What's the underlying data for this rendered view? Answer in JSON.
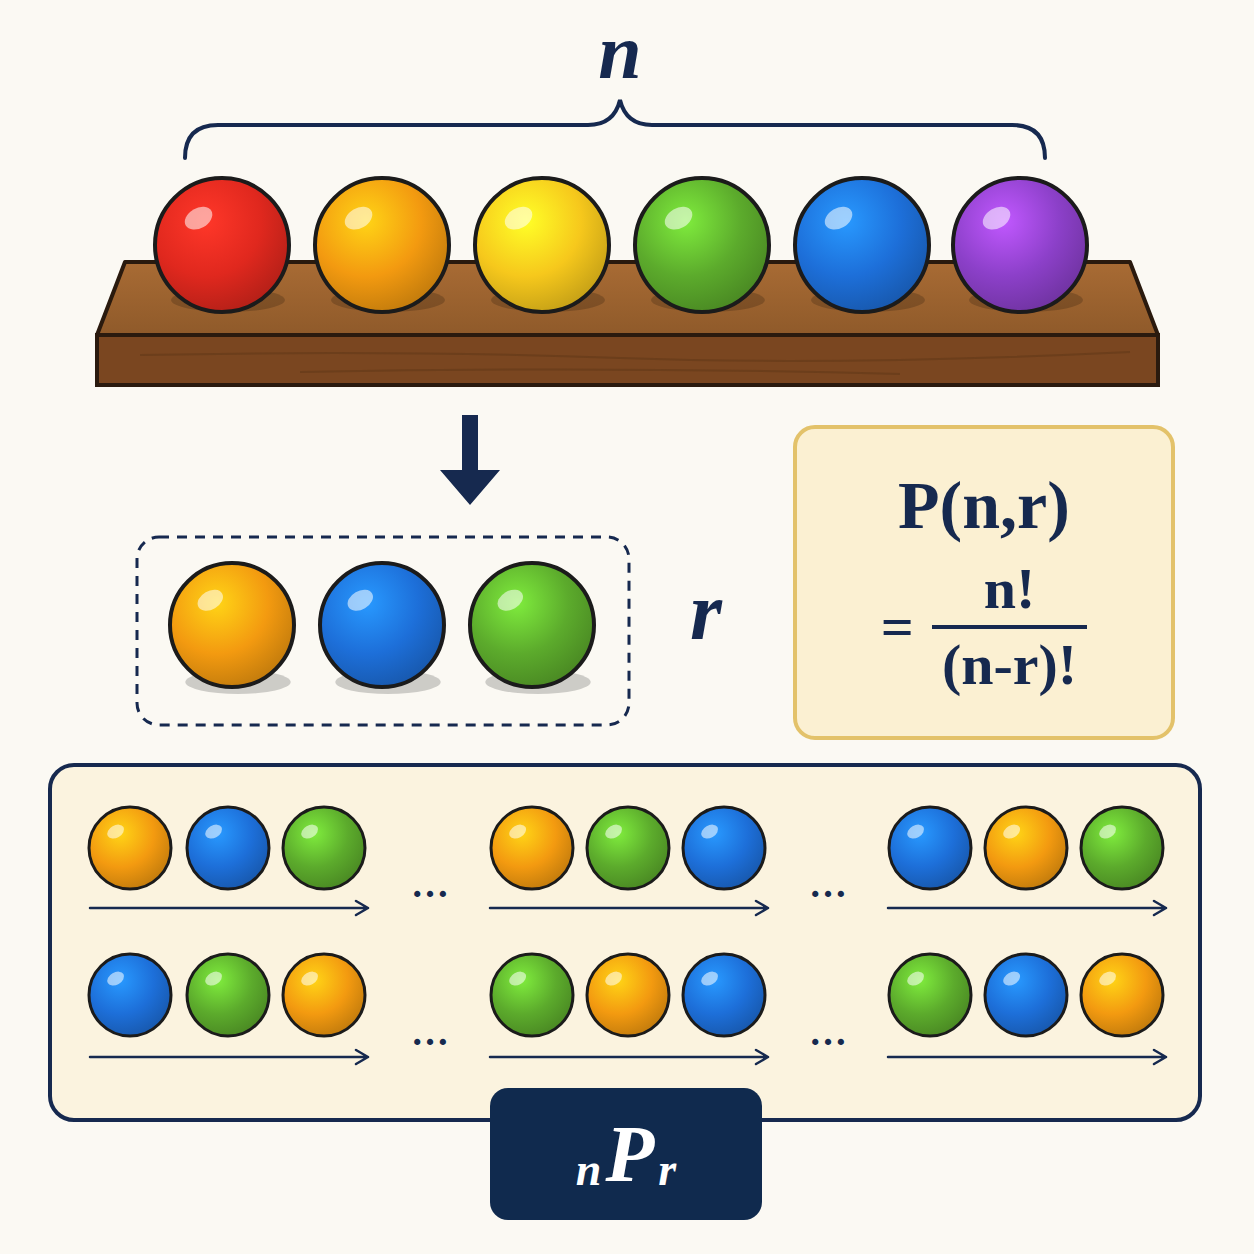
{
  "diagram": {
    "nodes": [
      {
        "text": [
          "P(n,r)",
          "=",
          "n!",
          "(n-r)!"
        ]
      },
      {
        "text": [
          "n",
          "P",
          "r"
        ]
      }
    ],
    "labels": [
      "n",
      "r",
      "…",
      "…",
      "…",
      "…"
    ]
  }
}
